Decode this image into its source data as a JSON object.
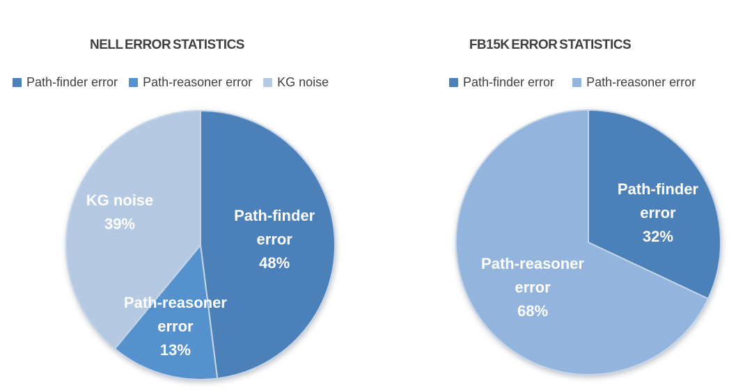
{
  "figure": {
    "background": "#ffffff",
    "title_color": "#404040",
    "legend_text_color": "#404040",
    "slice_label_color": "#ffffff",
    "slice_border_color": "#c6d5e8"
  },
  "chart_data": [
    {
      "type": "pie",
      "title": "NELL ERROR STATISTICS",
      "legend_position": "top",
      "start_angle_deg": 0,
      "direction": "clockwise",
      "value_suffix": "%",
      "slices": [
        {
          "label": "Path-finder error",
          "value": 48,
          "percent_label": "48%",
          "color": "#4C80B8",
          "label_lines": [
            "Path-finder",
            "error",
            "48%"
          ],
          "label_pos": [
            0.55,
            -0.047
          ]
        },
        {
          "label": "Path-reasoner error",
          "value": 13,
          "percent_label": "13%",
          "color": "#5591CC",
          "label_lines": [
            "Path-reasoner",
            "error",
            "13%"
          ],
          "label_pos": [
            -0.187,
            0.601
          ]
        },
        {
          "label": "KG noise",
          "value": 39,
          "percent_label": "39%",
          "color": "#B5C9E3",
          "label_lines": [
            "KG noise",
            "39%"
          ],
          "label_pos": [
            -0.601,
            -0.249
          ]
        }
      ]
    },
    {
      "type": "pie",
      "title": "FB15K ERROR STATISTICS",
      "legend_position": "top",
      "start_angle_deg": 0,
      "direction": "clockwise",
      "value_suffix": "%",
      "slices": [
        {
          "label": "Path-finder error",
          "value": 32,
          "percent_label": "32%",
          "color": "#4C80B8",
          "label_lines": [
            "Path-finder",
            "error",
            "32%"
          ],
          "label_pos": [
            0.526,
            -0.226
          ]
        },
        {
          "label": "Path-reasoner error",
          "value": 68,
          "percent_label": "68%",
          "color": "#93B5DD",
          "label_lines": [
            "Path-reasoner",
            "error",
            "68%"
          ],
          "label_pos": [
            -0.421,
            0.337
          ]
        }
      ]
    }
  ]
}
